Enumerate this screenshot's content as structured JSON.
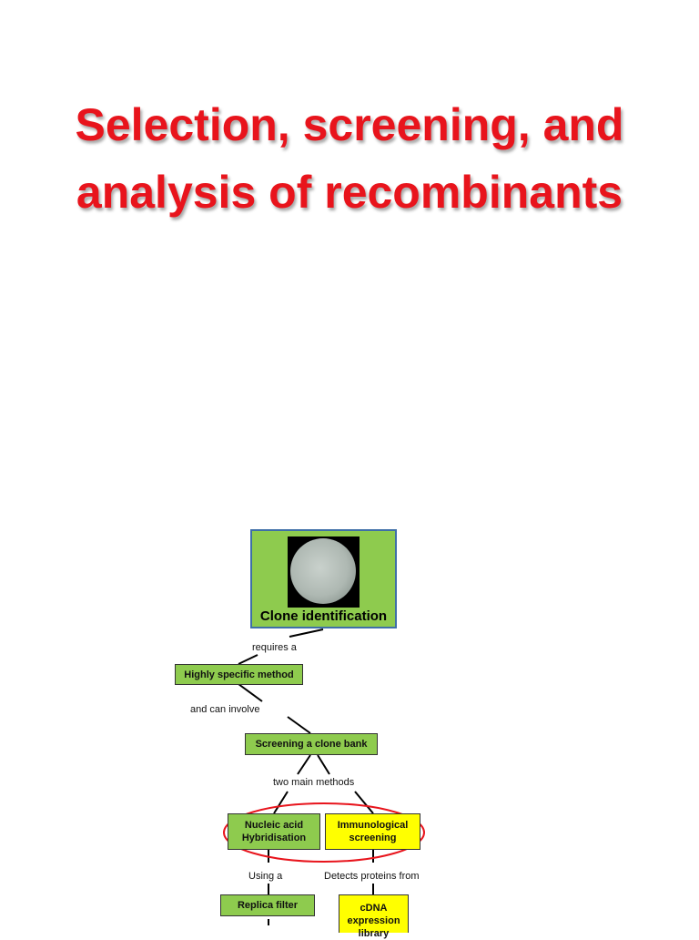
{
  "title": {
    "line1": "Selection, screening, and",
    "line2": "analysis of recombinants"
  },
  "diagram": {
    "root": {
      "label": "Clone identification",
      "image": "petri-dish-photo"
    },
    "links": {
      "requires": "requires a",
      "involve": "and can involve",
      "methods": "two main methods",
      "using": "Using a",
      "detects": "Detects proteins from"
    },
    "nodes": {
      "specific": "Highly specific method",
      "screening": "Screening a clone bank",
      "hybridisation": "Nucleic acid Hybridisation",
      "immunological": "Immunological screening",
      "replica": "Replica filter",
      "cdna": "cDNA expression library"
    },
    "colors": {
      "title": "#e8141c",
      "node_green": "#8ecb4e",
      "node_yellow": "#ffff00",
      "highlight_ellipse": "#e8141c"
    }
  }
}
